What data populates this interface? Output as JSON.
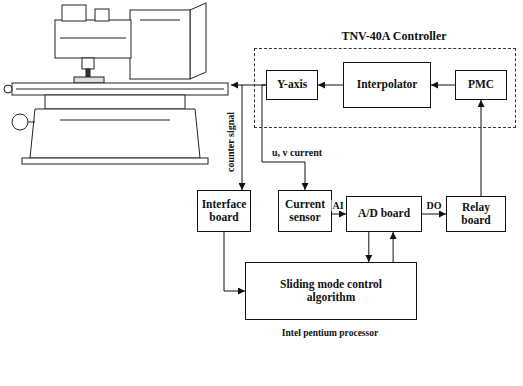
{
  "diagram": {
    "nodes": [
      {
        "text": [
          "TNV-40A Controller"
        ]
      },
      {
        "text": [
          "Y-axis"
        ],
        "in": 0
      },
      {
        "text": [
          "Interpolator"
        ],
        "in": 0
      },
      {
        "text": [
          "PMC"
        ],
        "in": 0
      },
      {
        "text": [
          "Interface board"
        ]
      },
      {
        "text": [
          "Current sensor"
        ]
      },
      {
        "text": [
          "A/D board"
        ]
      },
      {
        "text": [
          "Relay board"
        ]
      },
      {
        "text": [
          "Sliding mode control algorithm"
        ]
      }
    ],
    "edges": [
      {
        "from": 3,
        "to": 2,
        "arrow": "to"
      },
      {
        "from": 2,
        "to": 1,
        "arrow": "to"
      },
      {
        "from": 1,
        "to": 4,
        "arrow": "to"
      },
      {
        "from": 1,
        "to": 5,
        "arrow": "to"
      },
      {
        "from": 4,
        "to": 8,
        "arrow": "to"
      },
      {
        "from": 5,
        "to": 6,
        "arrow": "to"
      },
      {
        "from": 6,
        "to": 7,
        "arrow": "to"
      },
      {
        "from": 6,
        "to": 8,
        "arrow": "to"
      },
      {
        "from": 8,
        "to": 6,
        "arrow": "to"
      },
      {
        "from": 7,
        "to": 3,
        "arrow": "to"
      }
    ],
    "labels": [
      "counter signal",
      "u, v current",
      "AI",
      "DO",
      "Intel pentium processor"
    ]
  }
}
